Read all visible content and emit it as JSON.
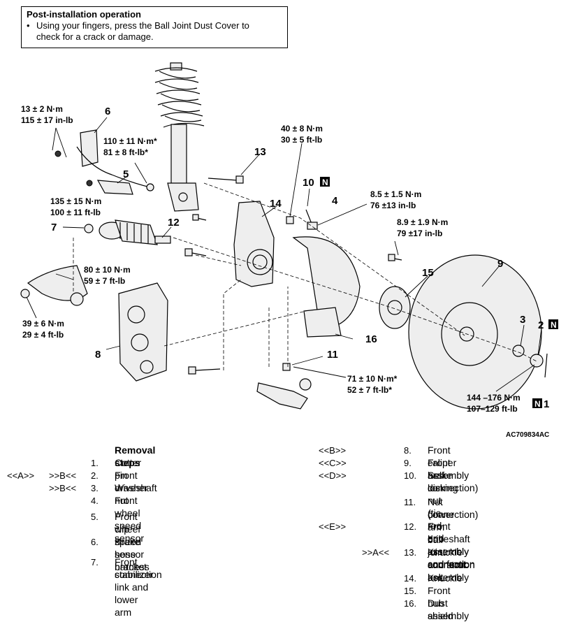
{
  "note": {
    "title": "Post-installation operation",
    "bullet": "•",
    "text_line1": "Using your fingers, press the Ball Joint Dust Cover to",
    "text_line2": "check for a crack or damage."
  },
  "figure_code": "AC709834AC",
  "callouts": [
    {
      "id": "c1",
      "text": "13 ± 2 N·m"
    },
    {
      "id": "c2",
      "text": "115 ± 17 in-lb"
    },
    {
      "id": "c3",
      "text": "110 ± 11 N·m*"
    },
    {
      "id": "c4",
      "text": "81 ± 8 ft-lb*"
    },
    {
      "id": "c5",
      "text": "40 ± 8 N·m"
    },
    {
      "id": "c6",
      "text": "30 ± 5 ft-lb"
    },
    {
      "id": "c7",
      "text": "8.5 ± 1.5 N·m"
    },
    {
      "id": "c8",
      "text": "76 ±13 in-lb"
    },
    {
      "id": "c9",
      "text": "8.9 ± 1.9 N·m"
    },
    {
      "id": "c10",
      "text": "79 ±17 in-lb"
    },
    {
      "id": "c11",
      "text": "135 ± 15 N·m"
    },
    {
      "id": "c12",
      "text": "100 ± 11 ft-lb"
    },
    {
      "id": "c13",
      "text": "80 ± 10 N·m"
    },
    {
      "id": "c14",
      "text": "59 ± 7 ft-lb"
    },
    {
      "id": "c15",
      "text": "39 ± 6 N·m"
    },
    {
      "id": "c16",
      "text": "29 ± 4 ft-lb"
    },
    {
      "id": "c17",
      "text": "71 ± 10 N·m*"
    },
    {
      "id": "c18",
      "text": "52 ± 7 ft-lb*"
    },
    {
      "id": "c19",
      "text": "144 –176 N·m"
    },
    {
      "id": "c20",
      "text": "107–129 ft-lb"
    }
  ],
  "part_numbers": [
    "1",
    "2",
    "3",
    "4",
    "5",
    "6",
    "7",
    "8",
    "9",
    "10",
    "11",
    "12",
    "13",
    "14",
    "15",
    "16"
  ],
  "n_mark": "N",
  "removal": {
    "heading": "Removal steps",
    "left_steps": [
      {
        "no": "1.",
        "a": "",
        "b": "",
        "text": [
          "Cotter pin"
        ]
      },
      {
        "no": "2.",
        "a": "<<A>>",
        "b": ">>B<<",
        "text": [
          "Front driveshaft nut"
        ]
      },
      {
        "no": "3.",
        "a": "",
        "b": ">>B<<",
        "text": [
          "Washer"
        ]
      },
      {
        "no": "4.",
        "a": "",
        "b": "",
        "text": [
          "Front wheel speed sensor"
        ]
      },
      {
        "no": "5.",
        "a": "",
        "b": "",
        "text": [
          "Front wheel speed sensor harness",
          "clip"
        ]
      },
      {
        "no": "6.",
        "a": "",
        "b": "",
        "text": [
          "Brake hose bracket"
        ]
      },
      {
        "no": "7.",
        "a": "",
        "b": "",
        "text": [
          "Front stabilizer link and lower arm",
          "connection"
        ]
      }
    ],
    "right_steps": [
      {
        "no": "8.",
        "a": "<<B>>",
        "b": "",
        "text": [
          "Front caliper assembly"
        ]
      },
      {
        "no": "9.",
        "a": "<<C>>",
        "b": "",
        "text": [
          "Front brake disk"
        ]
      },
      {
        "no": "10.",
        "a": "<<D>>",
        "b": "",
        "text": [
          "Self locking nut (tie-rod end",
          "connection)"
        ]
      },
      {
        "no": "11.",
        "a": "",
        "b": "",
        "text": [
          "Nut (lower arm ball joint",
          "connection)"
        ]
      },
      {
        "no": "12.",
        "a": "<<E>>",
        "b": "",
        "text": [
          "Front hub assembly and front",
          "driveshaft assembly connection"
        ]
      },
      {
        "no": "13.",
        "a": "",
        "b": ">>A<<",
        "text": [
          "Knuckle and strut assembly",
          "connection bolt"
        ]
      },
      {
        "no": "14.",
        "a": "",
        "b": "",
        "text": [
          "Knuckle"
        ]
      },
      {
        "no": "15.",
        "a": "",
        "b": "",
        "text": [
          "Front hub assembly"
        ]
      },
      {
        "no": "16.",
        "a": "",
        "b": "",
        "text": [
          "Dust shield"
        ]
      }
    ]
  }
}
